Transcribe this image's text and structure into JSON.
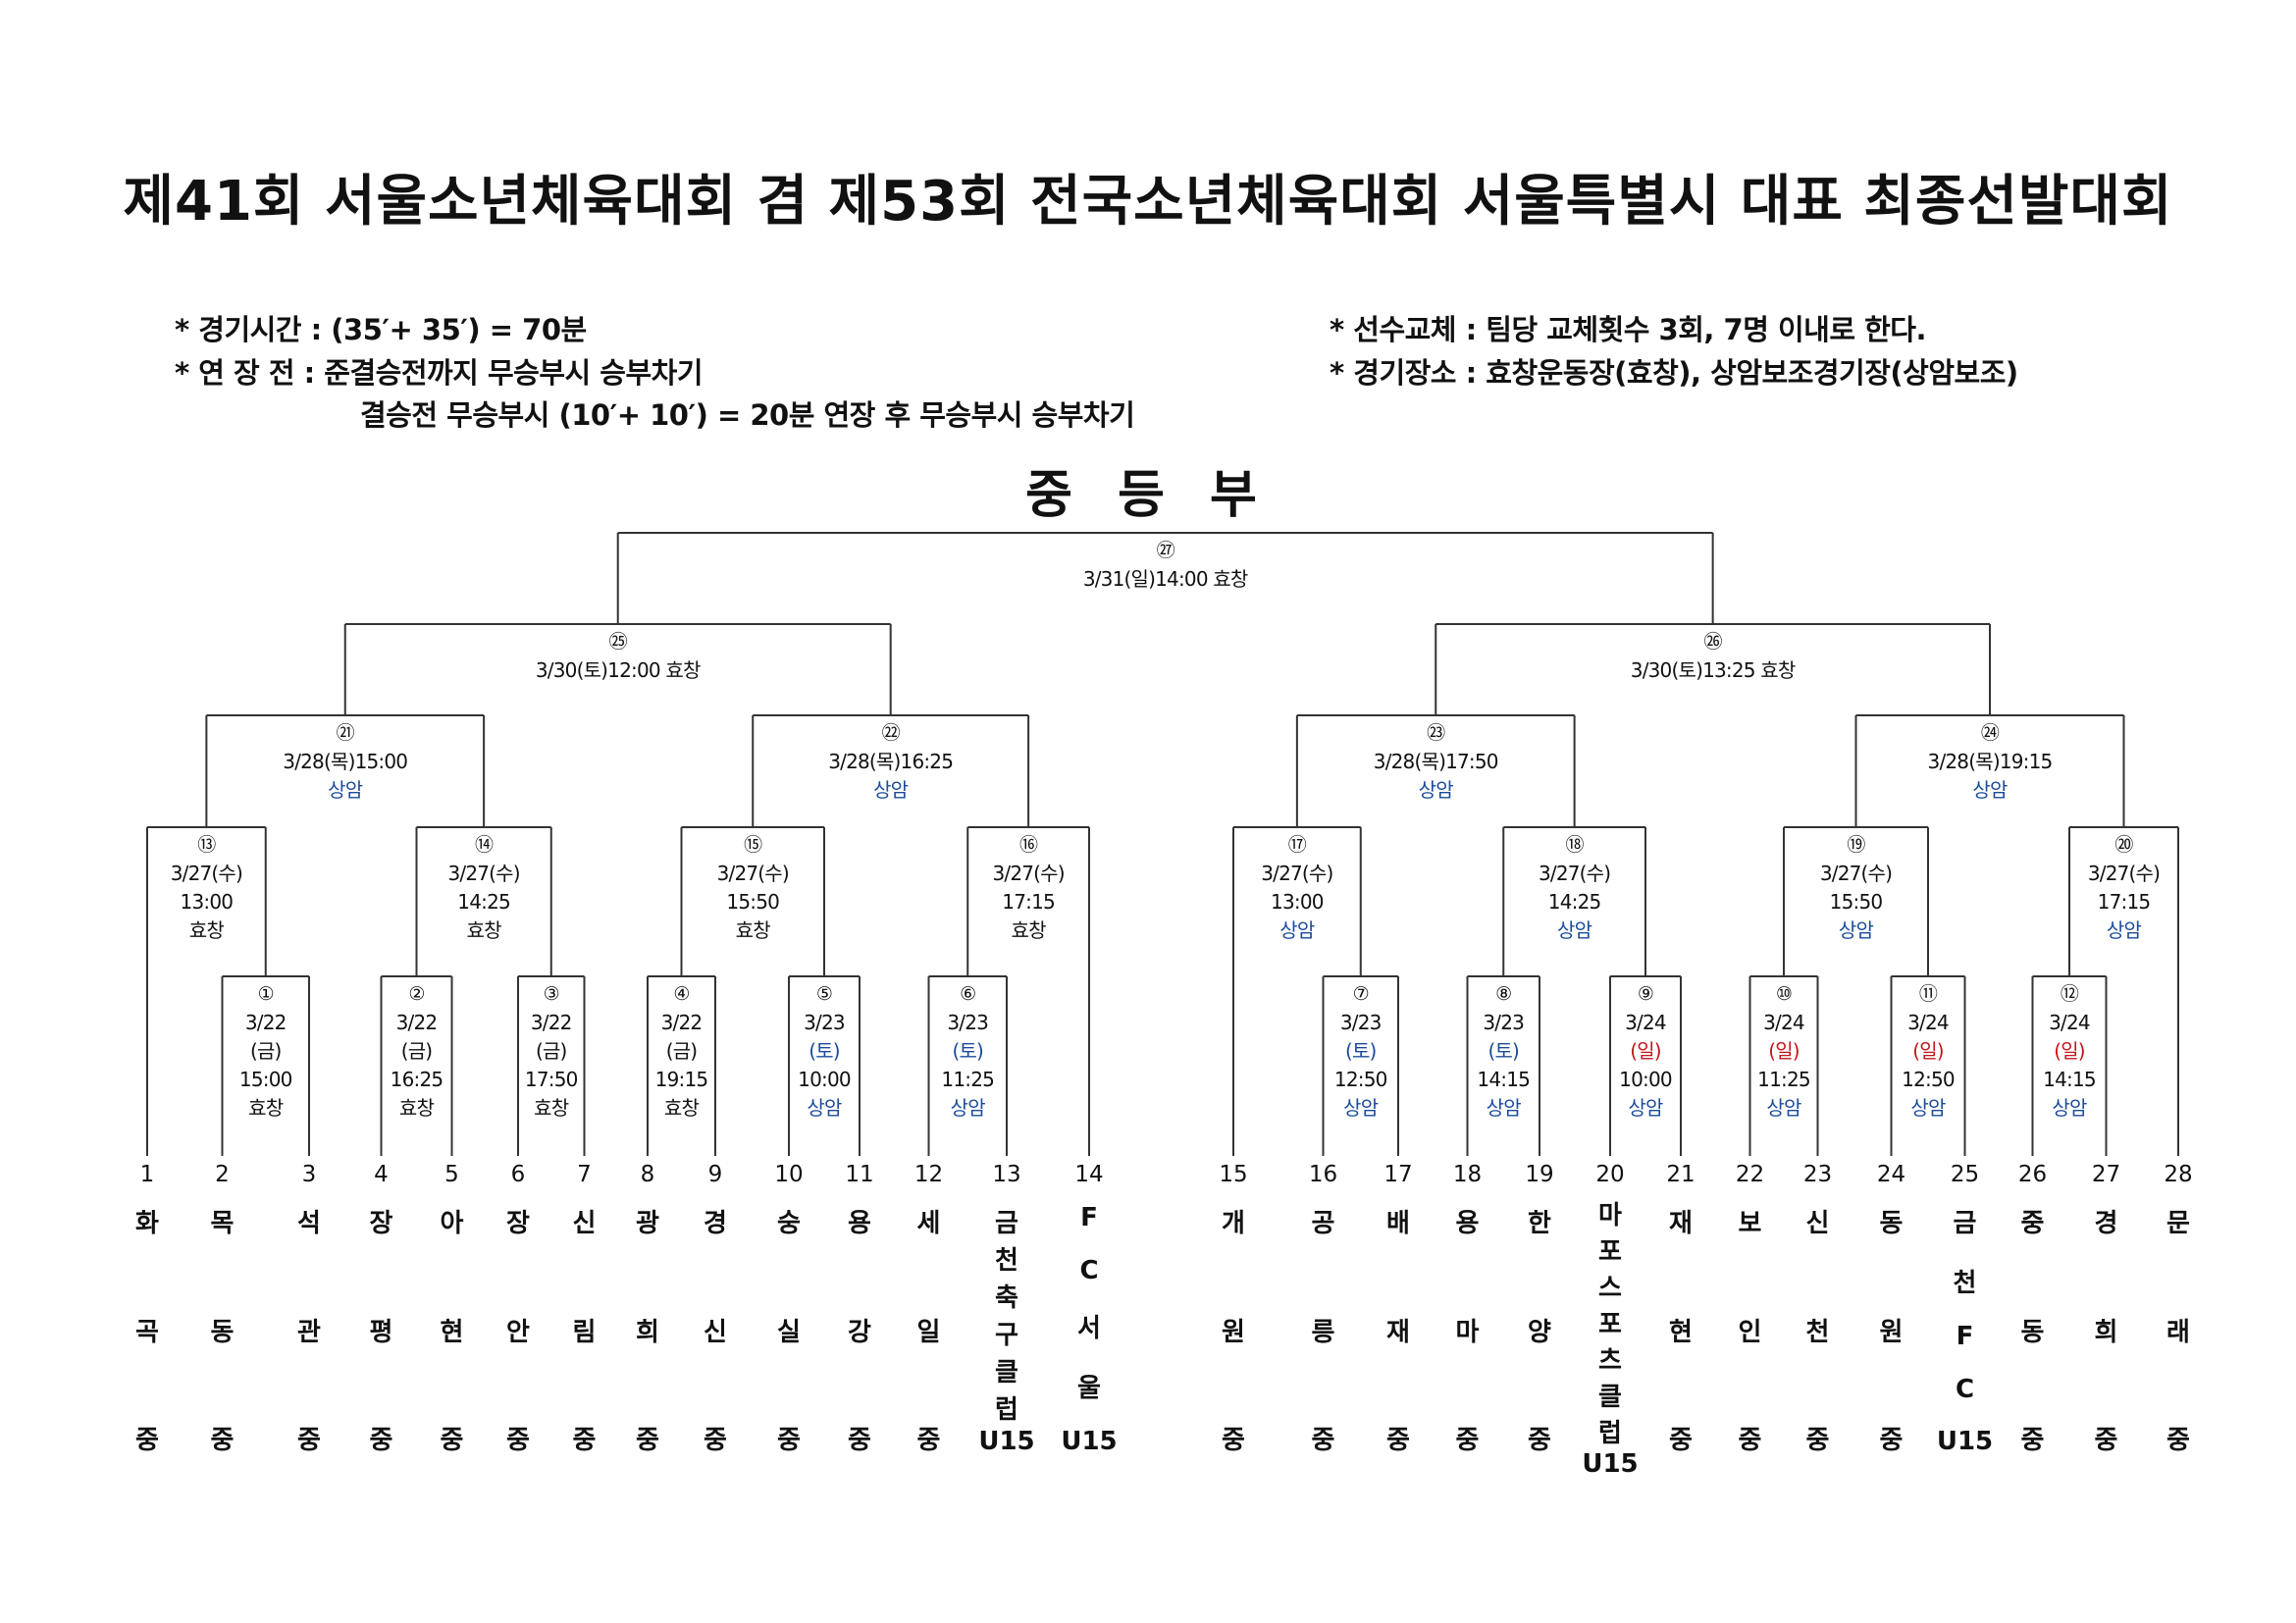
{
  "title": "제41회 서울소년체육대회 겸 제53회 전국소년체육대회 서울특별시 대표 최종선발대회",
  "notes": {
    "left": [
      "* 경기시간 : (35′+ 35′) = 70분",
      "* 연 장 전 : 준결승전까지 무승부시 승부차기",
      "결승전 무승부시 (10′+ 10′) = 20분 연장 후 무승부시 승부차기"
    ],
    "right": [
      "* 선수교체 : 팀당 교체횟수 3회, 7명 이내로 한다.",
      "* 경기장소 : 효창운동장(효창), 상암보조경기장(상암보조)"
    ]
  },
  "division": "중 등 부",
  "colors": {
    "black": "#111111",
    "blue": "#1b4b9b",
    "red": "#c4161c"
  },
  "matches": [
    {
      "no": "①",
      "lines": [
        {
          "t": "3/22",
          "c": "black"
        },
        {
          "t": "(금)",
          "c": "black"
        },
        {
          "t": "15:00",
          "c": "black"
        },
        {
          "t": "효창",
          "c": "black"
        }
      ]
    },
    {
      "no": "②",
      "lines": [
        {
          "t": "3/22",
          "c": "black"
        },
        {
          "t": "(금)",
          "c": "black"
        },
        {
          "t": "16:25",
          "c": "black"
        },
        {
          "t": "효창",
          "c": "black"
        }
      ]
    },
    {
      "no": "③",
      "lines": [
        {
          "t": "3/22",
          "c": "black"
        },
        {
          "t": "(금)",
          "c": "black"
        },
        {
          "t": "17:50",
          "c": "black"
        },
        {
          "t": "효창",
          "c": "black"
        }
      ]
    },
    {
      "no": "④",
      "lines": [
        {
          "t": "3/22",
          "c": "black"
        },
        {
          "t": "(금)",
          "c": "black"
        },
        {
          "t": "19:15",
          "c": "black"
        },
        {
          "t": "효창",
          "c": "black"
        }
      ]
    },
    {
      "no": "⑤",
      "lines": [
        {
          "t": "3/23",
          "c": "black"
        },
        {
          "t": "(토)",
          "c": "blue"
        },
        {
          "t": "10:00",
          "c": "black"
        },
        {
          "t": "상암",
          "c": "blue"
        }
      ]
    },
    {
      "no": "⑥",
      "lines": [
        {
          "t": "3/23",
          "c": "black"
        },
        {
          "t": "(토)",
          "c": "blue"
        },
        {
          "t": "11:25",
          "c": "black"
        },
        {
          "t": "상암",
          "c": "blue"
        }
      ]
    },
    {
      "no": "⑦",
      "lines": [
        {
          "t": "3/23",
          "c": "black"
        },
        {
          "t": "(토)",
          "c": "blue"
        },
        {
          "t": "12:50",
          "c": "black"
        },
        {
          "t": "상암",
          "c": "blue"
        }
      ]
    },
    {
      "no": "⑧",
      "lines": [
        {
          "t": "3/23",
          "c": "black"
        },
        {
          "t": "(토)",
          "c": "blue"
        },
        {
          "t": "14:15",
          "c": "black"
        },
        {
          "t": "상암",
          "c": "blue"
        }
      ]
    },
    {
      "no": "⑨",
      "lines": [
        {
          "t": "3/24",
          "c": "black"
        },
        {
          "t": "(일)",
          "c": "red"
        },
        {
          "t": "10:00",
          "c": "black"
        },
        {
          "t": "상암",
          "c": "blue"
        }
      ]
    },
    {
      "no": "⑩",
      "lines": [
        {
          "t": "3/24",
          "c": "black"
        },
        {
          "t": "(일)",
          "c": "red"
        },
        {
          "t": "11:25",
          "c": "black"
        },
        {
          "t": "상암",
          "c": "blue"
        }
      ]
    },
    {
      "no": "⑪",
      "lines": [
        {
          "t": "3/24",
          "c": "black"
        },
        {
          "t": "(일)",
          "c": "red"
        },
        {
          "t": "12:50",
          "c": "black"
        },
        {
          "t": "상암",
          "c": "blue"
        }
      ]
    },
    {
      "no": "⑫",
      "lines": [
        {
          "t": "3/24",
          "c": "black"
        },
        {
          "t": "(일)",
          "c": "red"
        },
        {
          "t": "14:15",
          "c": "black"
        },
        {
          "t": "상암",
          "c": "blue"
        }
      ]
    },
    {
      "no": "⑬",
      "lines": [
        {
          "t": "3/27(수)",
          "c": "black"
        },
        {
          "t": "13:00",
          "c": "black"
        },
        {
          "t": "효창",
          "c": "black"
        }
      ]
    },
    {
      "no": "⑭",
      "lines": [
        {
          "t": "3/27(수)",
          "c": "black"
        },
        {
          "t": "14:25",
          "c": "black"
        },
        {
          "t": "효창",
          "c": "black"
        }
      ]
    },
    {
      "no": "⑮",
      "lines": [
        {
          "t": "3/27(수)",
          "c": "black"
        },
        {
          "t": "15:50",
          "c": "black"
        },
        {
          "t": "효창",
          "c": "black"
        }
      ]
    },
    {
      "no": "⑯",
      "lines": [
        {
          "t": "3/27(수)",
          "c": "black"
        },
        {
          "t": "17:15",
          "c": "black"
        },
        {
          "t": "효창",
          "c": "black"
        }
      ]
    },
    {
      "no": "⑰",
      "lines": [
        {
          "t": "3/27(수)",
          "c": "black"
        },
        {
          "t": "13:00",
          "c": "black"
        },
        {
          "t": "상암",
          "c": "blue"
        }
      ]
    },
    {
      "no": "⑱",
      "lines": [
        {
          "t": "3/27(수)",
          "c": "black"
        },
        {
          "t": "14:25",
          "c": "black"
        },
        {
          "t": "상암",
          "c": "blue"
        }
      ]
    },
    {
      "no": "⑲",
      "lines": [
        {
          "t": "3/27(수)",
          "c": "black"
        },
        {
          "t": "15:50",
          "c": "black"
        },
        {
          "t": "상암",
          "c": "blue"
        }
      ]
    },
    {
      "no": "⑳",
      "lines": [
        {
          "t": "3/27(수)",
          "c": "black"
        },
        {
          "t": "17:15",
          "c": "black"
        },
        {
          "t": "상암",
          "c": "blue"
        }
      ]
    },
    {
      "no": "㉑",
      "lines": [
        {
          "t": "3/28(목)15:00",
          "c": "black"
        },
        {
          "t": "상암",
          "c": "blue"
        }
      ]
    },
    {
      "no": "㉒",
      "lines": [
        {
          "t": "3/28(목)16:25",
          "c": "black"
        },
        {
          "t": "상암",
          "c": "blue"
        }
      ]
    },
    {
      "no": "㉓",
      "lines": [
        {
          "t": "3/28(목)17:50",
          "c": "black"
        },
        {
          "t": "상암",
          "c": "blue"
        }
      ]
    },
    {
      "no": "㉔",
      "lines": [
        {
          "t": "3/28(목)19:15",
          "c": "black"
        },
        {
          "t": "상암",
          "c": "blue"
        }
      ]
    },
    {
      "no": "㉕",
      "lines": [
        {
          "t": "3/30(토)12:00 효창",
          "c": "black"
        }
      ]
    },
    {
      "no": "㉖",
      "lines": [
        {
          "t": "3/30(토)13:25 효창",
          "c": "black"
        }
      ]
    },
    {
      "no": "㉗",
      "lines": [
        {
          "t": "3/31(일)14:00 효창",
          "c": "black"
        }
      ]
    }
  ],
  "teams": [
    {
      "num": "1",
      "chars": [
        "화",
        "곡",
        "중"
      ]
    },
    {
      "num": "2",
      "chars": [
        "목",
        "동",
        "중"
      ]
    },
    {
      "num": "3",
      "chars": [
        "석",
        "관",
        "중"
      ]
    },
    {
      "num": "4",
      "chars": [
        "장",
        "평",
        "중"
      ]
    },
    {
      "num": "5",
      "chars": [
        "아",
        "현",
        "중"
      ]
    },
    {
      "num": "6",
      "chars": [
        "장",
        "안",
        "중"
      ]
    },
    {
      "num": "7",
      "chars": [
        "신",
        "림",
        "중"
      ]
    },
    {
      "num": "8",
      "chars": [
        "광",
        "희",
        "중"
      ]
    },
    {
      "num": "9",
      "chars": [
        "경",
        "신",
        "중"
      ]
    },
    {
      "num": "10",
      "chars": [
        "숭",
        "실",
        "중"
      ]
    },
    {
      "num": "11",
      "chars": [
        "용",
        "강",
        "중"
      ]
    },
    {
      "num": "12",
      "chars": [
        "세",
        "일",
        "중"
      ]
    },
    {
      "num": "13",
      "chars": [
        "금",
        "천",
        "축",
        "구",
        "클",
        "럽",
        "U15"
      ]
    },
    {
      "num": "14",
      "chars": [
        "F",
        "C",
        "서",
        "울",
        "U15"
      ]
    },
    {
      "num": "15",
      "chars": [
        "개",
        "원",
        "중"
      ]
    },
    {
      "num": "16",
      "chars": [
        "공",
        "릉",
        "중"
      ]
    },
    {
      "num": "17",
      "chars": [
        "배",
        "재",
        "중"
      ]
    },
    {
      "num": "18",
      "chars": [
        "용",
        "마",
        "중"
      ]
    },
    {
      "num": "19",
      "chars": [
        "한",
        "양",
        "중"
      ]
    },
    {
      "num": "20",
      "chars": [
        "마",
        "포",
        "스",
        "포",
        "츠",
        "클",
        "럽",
        "U15"
      ]
    },
    {
      "num": "21",
      "chars": [
        "재",
        "현",
        "중"
      ]
    },
    {
      "num": "22",
      "chars": [
        "보",
        "인",
        "중"
      ]
    },
    {
      "num": "23",
      "chars": [
        "신",
        "천",
        "중"
      ]
    },
    {
      "num": "24",
      "chars": [
        "동",
        "원",
        "중"
      ]
    },
    {
      "num": "25",
      "chars": [
        "금",
        "천",
        "F",
        "C",
        "U15"
      ]
    },
    {
      "num": "26",
      "chars": [
        "중",
        "동",
        "중"
      ]
    },
    {
      "num": "27",
      "chars": [
        "경",
        "희",
        "중"
      ]
    },
    {
      "num": "28",
      "chars": [
        "문",
        "래",
        "중"
      ]
    }
  ]
}
